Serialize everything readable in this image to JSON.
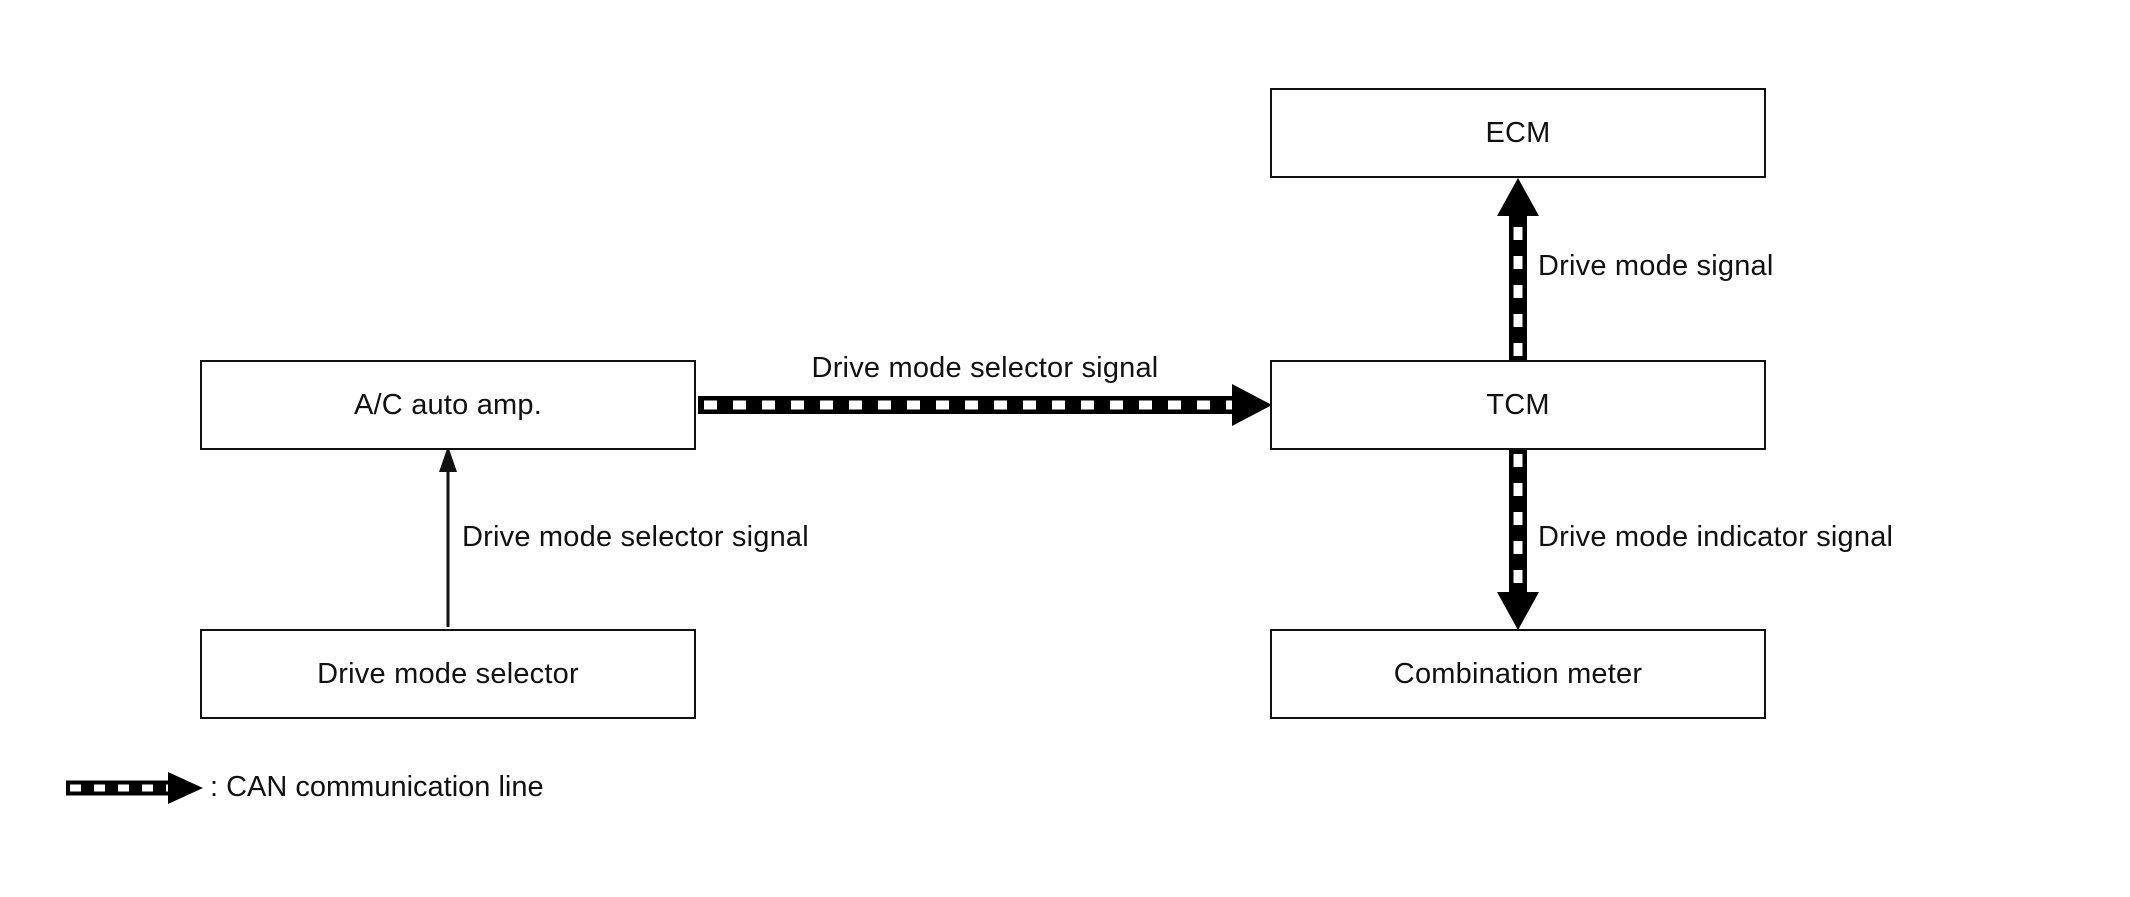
{
  "colors": {
    "background": "#ffffff",
    "line": "#000000",
    "text": "#111111"
  },
  "diagram": {
    "nodes": {
      "ecm": {
        "label": "ECM"
      },
      "tcm": {
        "label": "TCM"
      },
      "combination_meter": {
        "label": "Combination meter"
      },
      "ac_auto_amp": {
        "label": "A/C auto amp."
      },
      "drive_mode_selector": {
        "label": "Drive mode selector"
      }
    },
    "edges": {
      "selector_to_amp": {
        "label": "Drive mode selector signal"
      },
      "amp_to_tcm": {
        "label": "Drive mode selector signal"
      },
      "tcm_to_ecm": {
        "label": "Drive mode signal"
      },
      "tcm_to_meter": {
        "label": "Drive mode indicator signal"
      }
    },
    "legend": {
      "can_line_label": ": CAN communication line"
    }
  }
}
